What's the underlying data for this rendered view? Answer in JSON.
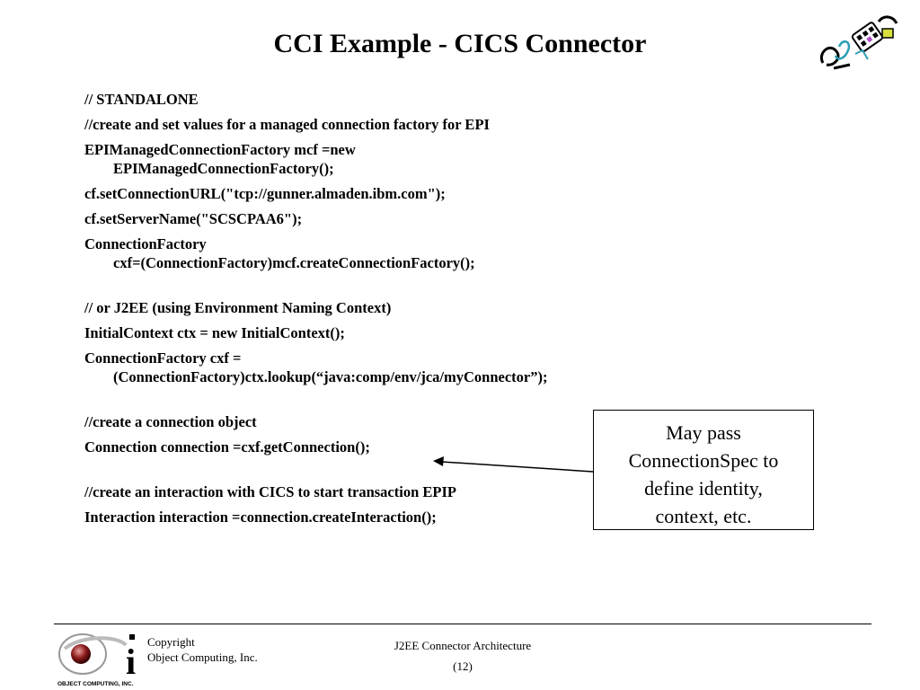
{
  "slide": {
    "title": "CCI Example - CICS Connector"
  },
  "code": {
    "l1": "// STANDALONE",
    "l2": "//create and set values for a managed connection factory for EPI",
    "l3a": "EPIManagedConnectionFactory mcf =new",
    "l3b": "EPIManagedConnectionFactory();",
    "l4": "cf.setConnectionURL(\"tcp://gunner.almaden.ibm.com\");",
    "l5": "cf.setServerName(\"SCSCPAA6\");",
    "l6a": "ConnectionFactory",
    "l6b": "cxf=(ConnectionFactory)mcf.createConnectionFactory();",
    "l7": "// or J2EE (using Environment Naming Context)",
    "l8": "InitialContext ctx = new InitialContext();",
    "l9a": "ConnectionFactory cxf =",
    "l9b": "(ConnectionFactory)ctx.lookup(“java:comp/env/jca/myConnector”);",
    "l10": "//create a connection object",
    "l11": "Connection connection =cxf.getConnection();",
    "l12": "//create an interaction with CICS to start transaction EPIP",
    "l13": "Interaction interaction =connection.createInteraction();"
  },
  "callout": {
    "line1": "May pass",
    "line2": "ConnectionSpec to",
    "line3": "define identity,",
    "line4": "context, etc."
  },
  "footer": {
    "copyright_line1": "Copyright",
    "copyright_line2": "Object Computing, Inc.",
    "logo_text": "OBJECT COMPUTING, INC.",
    "logo_letter": "i",
    "course_title": "J2EE Connector Architecture",
    "page_number": "(12)"
  },
  "icons": {
    "corner": "plug-connector-icon",
    "logo": "object-computing-logo"
  }
}
